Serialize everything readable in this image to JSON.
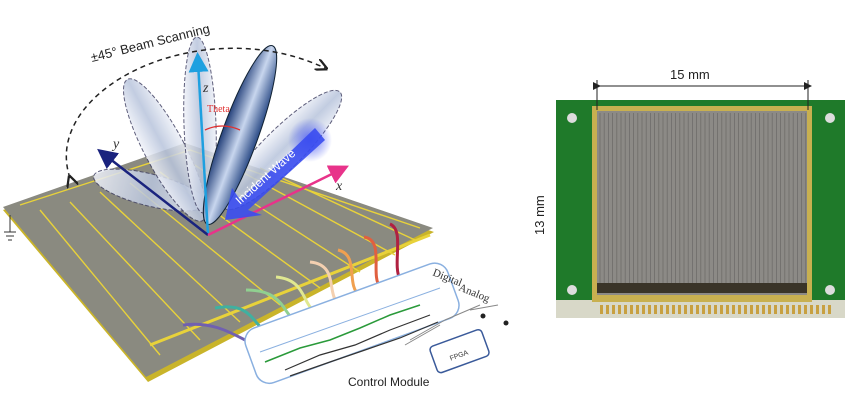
{
  "left_diagram": {
    "scan_label": "±45° Beam Scanning",
    "axis_z": "z",
    "axis_y": "y",
    "axis_x": "x",
    "angle_label": "Theta",
    "incident_label": "Incident Wave",
    "digital_label": "Digital",
    "analog_label": "Analog",
    "chip_label": "FPGA",
    "module_label": "Control Module",
    "colors": {
      "board": "#8a8a80",
      "trace": "#e8d23a",
      "z_axis": "#1ea0e0",
      "y_axis": "#1a237e",
      "x_axis": "#e8338a",
      "theta": "#e03030",
      "incident": "#3a4cf0",
      "digital_line": "#2a9a3a"
    }
  },
  "right_photo": {
    "width_label": "15 mm",
    "height_label": "13 mm",
    "colors": {
      "pcb": "#1f7a2a",
      "array": "#8c8a86",
      "frame": "#c8b050"
    }
  }
}
